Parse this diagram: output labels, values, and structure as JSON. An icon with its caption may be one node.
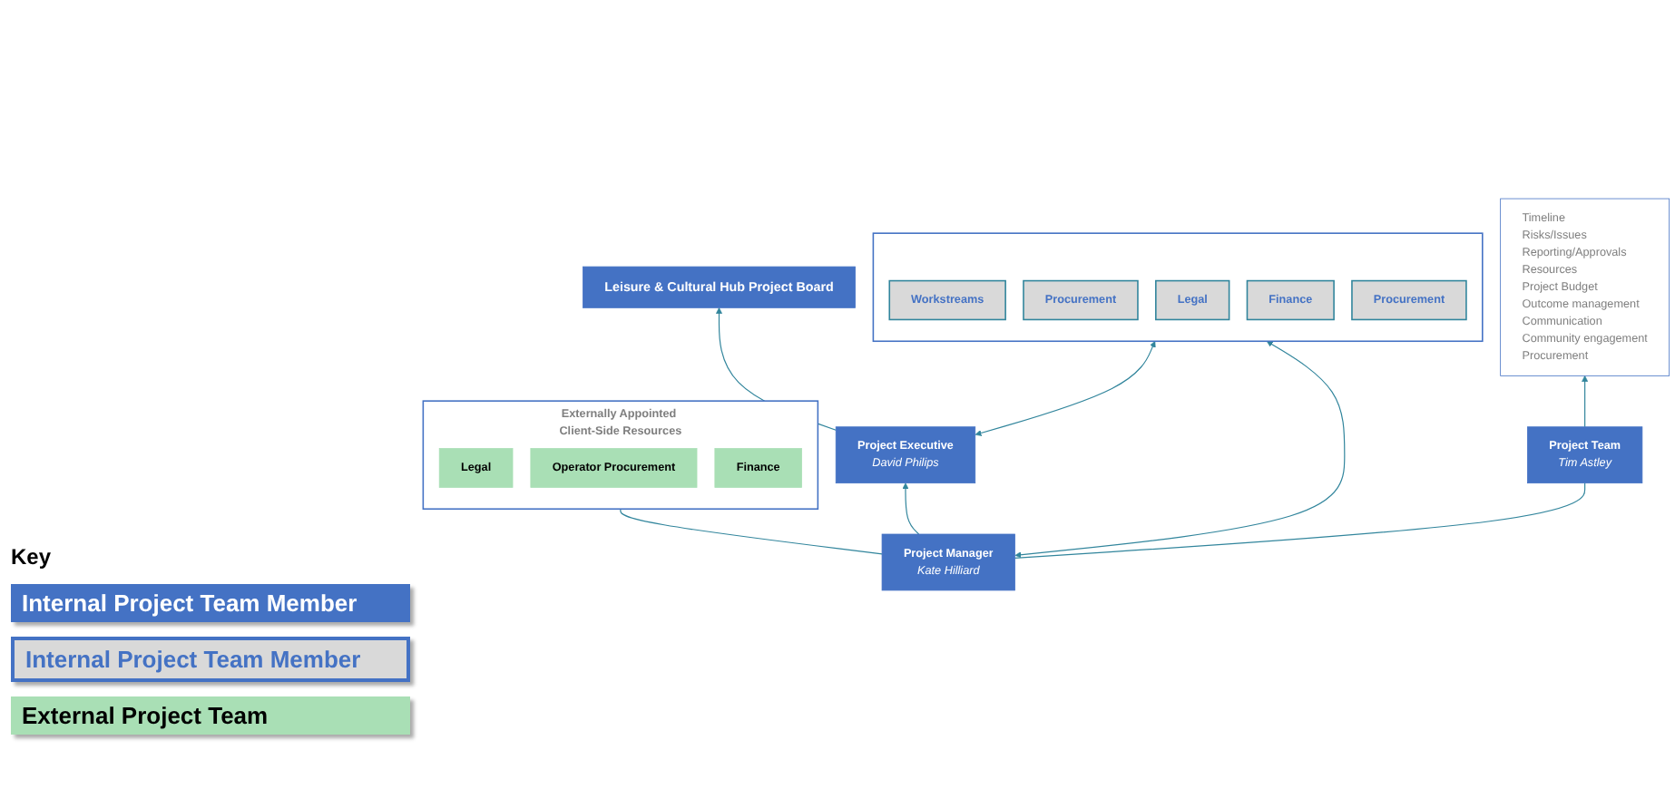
{
  "diagram": {
    "nodes": [
      {
        "text": [
          "Leisure & Cultural Hub Project Board"
        ]
      },
      {
        "text": [
          "Project Executive",
          "David Philips"
        ]
      },
      {
        "text": [
          "Project Team",
          "Tim Astley"
        ]
      },
      {
        "text": [
          "Project Manager",
          "Kate Hilliard"
        ]
      },
      {
        "text": [
          "Timeline",
          "Risks/Issues",
          "Reporting/Approvals",
          "Resources",
          "Project Budget",
          "Outcome management",
          "Communication",
          "Community engagement",
          "Procurement"
        ]
      },
      {
        "text": [],
        "shape": "box"
      },
      {
        "text": [
          "Workstreams"
        ],
        "in": 5
      },
      {
        "text": [
          "Procurement"
        ],
        "in": 5
      },
      {
        "text": [
          "Legal"
        ],
        "in": 5
      },
      {
        "text": [
          "Finance"
        ],
        "in": 5
      },
      {
        "text": [
          "Procurement"
        ],
        "in": 5
      },
      {
        "text": [
          "Externally Appointed Client-Side Resources"
        ]
      },
      {
        "text": [
          "Legal"
        ],
        "in": 11
      },
      {
        "text": [
          "Operator Procurement"
        ],
        "in": 11
      },
      {
        "text": [
          "Finance"
        ],
        "in": 11
      }
    ],
    "edges": [
      {
        "from": 1,
        "to": 0,
        "arrow": "to"
      },
      {
        "from": 3,
        "to": 1,
        "arrow": "to"
      },
      {
        "from": 1,
        "to": 5,
        "arrow": "both"
      },
      {
        "from": 3,
        "to": 5,
        "arrow": "both"
      },
      {
        "from": 3,
        "to": 2,
        "arrow": "none"
      },
      {
        "from": 2,
        "to": 4,
        "arrow": "to"
      },
      {
        "from": 3,
        "to": 11,
        "arrow": "none"
      }
    ],
    "labels": [
      "Key"
    ],
    "legend": [
      {
        "text": "Internal Project Team Member",
        "color": "#4472c4"
      },
      {
        "text": "Internal Project Team Member",
        "color": "#d9d9d9"
      },
      {
        "text": "External Project Team",
        "color": "#a9dfb5"
      }
    ]
  }
}
